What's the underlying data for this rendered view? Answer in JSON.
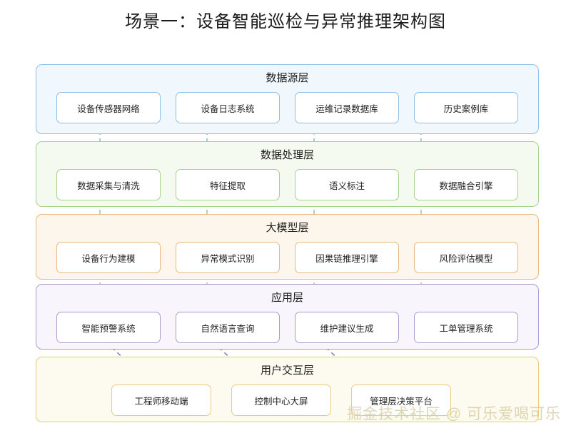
{
  "title": "场景一：设备智能巡检与异常推理架构图",
  "layers": [
    {
      "id": "data-source",
      "title": "数据源层",
      "accent": "#8fc0e3",
      "background": "#f0f7fd",
      "nodes": [
        "设备传感器网络",
        "设备日志系统",
        "运维记录数据库",
        "历史案例库"
      ]
    },
    {
      "id": "data-processing",
      "title": "数据处理层",
      "accent": "#a9d18e",
      "background": "#f5faf0",
      "nodes": [
        "数据采集与清洗",
        "特征提取",
        "语义标注",
        "数据融合引擎"
      ]
    },
    {
      "id": "large-model",
      "title": "大模型层",
      "accent": "#e9b87c",
      "background": "#fdf6ed",
      "nodes": [
        "设备行为建模",
        "异常模式识别",
        "因果链推理引擎",
        "风险评估模型"
      ]
    },
    {
      "id": "application",
      "title": "应用层",
      "accent": "#aa9dcd",
      "background": "#f8f5fc",
      "nodes": [
        "智能预警系统",
        "自然语言查询",
        "维护建议生成",
        "工单管理系统"
      ]
    },
    {
      "id": "user-interaction",
      "title": "用户交互层",
      "accent": "#e8cd7d",
      "background": "#fdfaef",
      "nodes": [
        "工程师移动端",
        "控制中心大屏",
        "管理层决策平台"
      ]
    }
  ],
  "connectors": {
    "source_to_processing_color": "#8fc0e3",
    "processing_to_model_color": "#a9d18e",
    "model_to_application_color": "#e9b87c",
    "application_to_user_color": "#8a7fc4"
  },
  "watermark": "掘金技术社区 @ 可乐爱喝可乐"
}
